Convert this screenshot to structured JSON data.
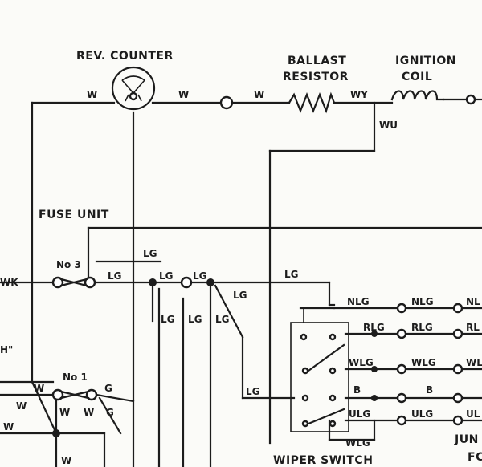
{
  "components": {
    "rev_counter": "REV. COUNTER",
    "ballast_resistor_line1": "BALLAST",
    "ballast_resistor_line2": "RESISTOR",
    "ignition_coil_line1": "IGNITION",
    "ignition_coil_line2": "COIL",
    "fuse_unit": "FUSE UNIT",
    "fuse_no3": "No 3",
    "fuse_no1": "No 1",
    "wiper_switch": "WIPER SWITCH",
    "junction_fragment_1": "JUN",
    "junction_fragment_2": "FC",
    "partial_left_text": "H\""
  },
  "wire_colors": {
    "w": "W",
    "wy": "WY",
    "wu": "WU",
    "lg": "LG",
    "g": "G",
    "wk": "WK",
    "nlg": "NLG",
    "rlg": "RLG",
    "wlg": "WLG",
    "b": "B",
    "ulg": "ULG",
    "nl_cut": "NL",
    "rl_cut": "RL",
    "wl_cut": "WL",
    "ul_cut": "UL"
  },
  "colors": {
    "ink": "#1c1c1c",
    "paper": "#fbfbf8"
  }
}
